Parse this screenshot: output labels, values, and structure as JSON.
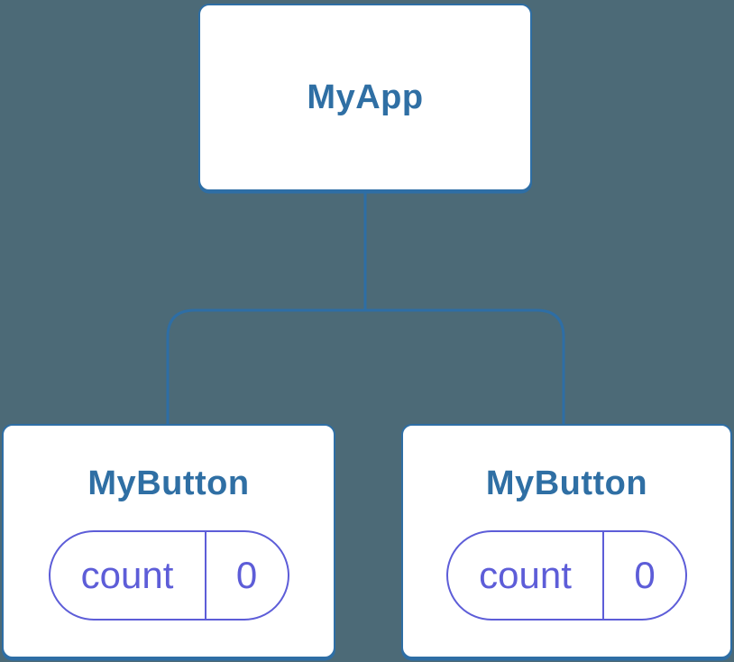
{
  "diagram": {
    "root": {
      "label": "MyApp"
    },
    "children": [
      {
        "label": "MyButton",
        "state": {
          "key": "count",
          "value": "0"
        }
      },
      {
        "label": "MyButton",
        "state": {
          "key": "count",
          "value": "0"
        }
      }
    ]
  },
  "colors": {
    "background": "#4C6A77",
    "node_fill": "#ffffff",
    "node_border": "#2E6EA5",
    "node_text": "#2F6FA4",
    "connector": "#2E6EA5",
    "state_accent": "#5D5DD8"
  }
}
